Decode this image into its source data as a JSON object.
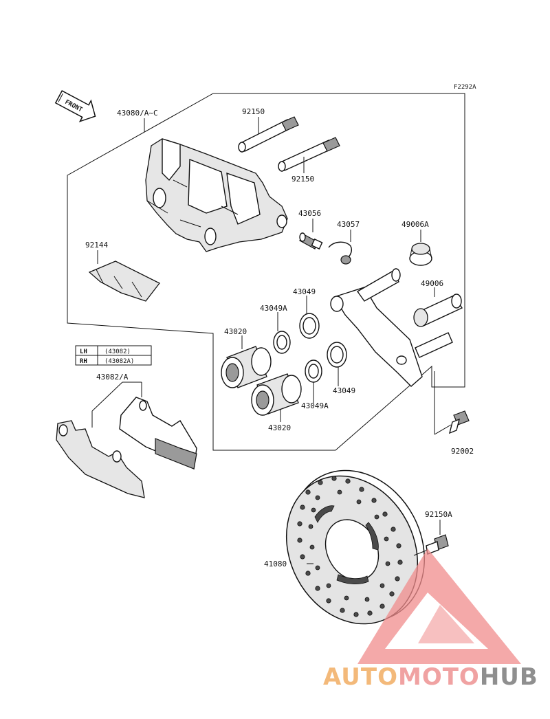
{
  "diagram": {
    "code": "F2292A",
    "front_label": "FRONT",
    "labels": {
      "caliper_assy": "43080/A~C",
      "pin_upper": "92150",
      "pin_lower": "92150",
      "bleeder": "43056",
      "cap": "43057",
      "boot_a": "49006A",
      "spring": "92144",
      "seal_a_upper": "43049A",
      "seal_upper": "43049",
      "boot": "49006",
      "piston_upper": "43020",
      "piston_lower": "43020",
      "seal_lower": "43049",
      "seal_a_lower": "43049A",
      "pads": "43082/A",
      "bolt": "92002",
      "disc_bolt": "92150A",
      "disc": "41080"
    },
    "side_table": {
      "rows": [
        {
          "side": "LH",
          "part": "(43082)"
        },
        {
          "side": "RH",
          "part": "(43082A)"
        }
      ]
    }
  },
  "watermark": {
    "part1": "AUTO",
    "part2": "MOTO",
    "part3": "HUB",
    "colors": {
      "auto": "#f3b97a",
      "moto": "#f0a2a2",
      "hub": "#8f8f8f",
      "triangle": "#f08c8c"
    }
  }
}
